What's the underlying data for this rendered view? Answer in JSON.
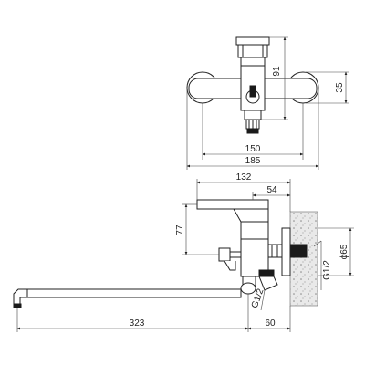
{
  "labels": {
    "dim_91": "91",
    "dim_35": "35",
    "dim_150": "150",
    "dim_185": "185",
    "dim_132": "132",
    "dim_54": "54",
    "dim_77": "77",
    "dim_phi65": "ϕ65",
    "dim_g12_right": "G1/2",
    "dim_g12_side": "G1/2",
    "dim_323": "323",
    "dim_60": "60"
  }
}
